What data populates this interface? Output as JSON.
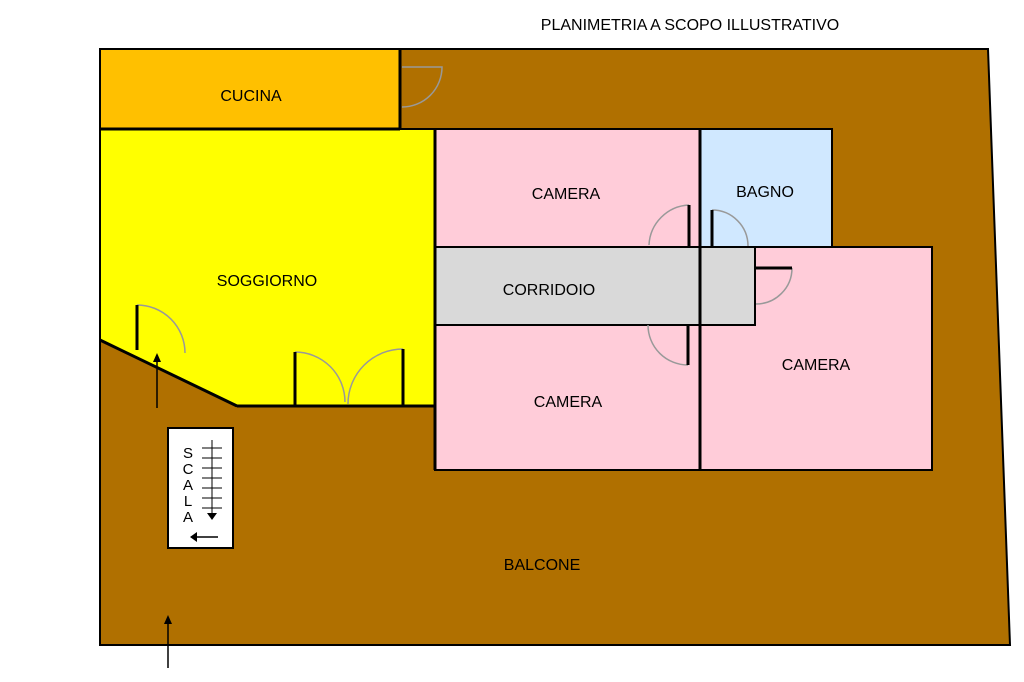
{
  "title": "PLANIMETRIA A SCOPO ILLUSTRATIVO",
  "rooms": {
    "cucina": "CUCINA",
    "soggiorno": "SOGGIORNO",
    "camera_top": "CAMERA",
    "bagno": "BAGNO",
    "corridoio": "CORRIDOIO",
    "camera_right": "CAMERA",
    "camera_bottom": "CAMERA",
    "balcone": "BALCONE"
  },
  "stairs": {
    "letters": [
      "S",
      "C",
      "A",
      "L",
      "A"
    ]
  },
  "colors": {
    "balcone": "#B07000",
    "cucina": "#FFC000",
    "soggiorno": "#FFFF00",
    "camera": "#FFCCD9",
    "bagno": "#D0E8FF",
    "corridoio": "#D9D9D9"
  }
}
